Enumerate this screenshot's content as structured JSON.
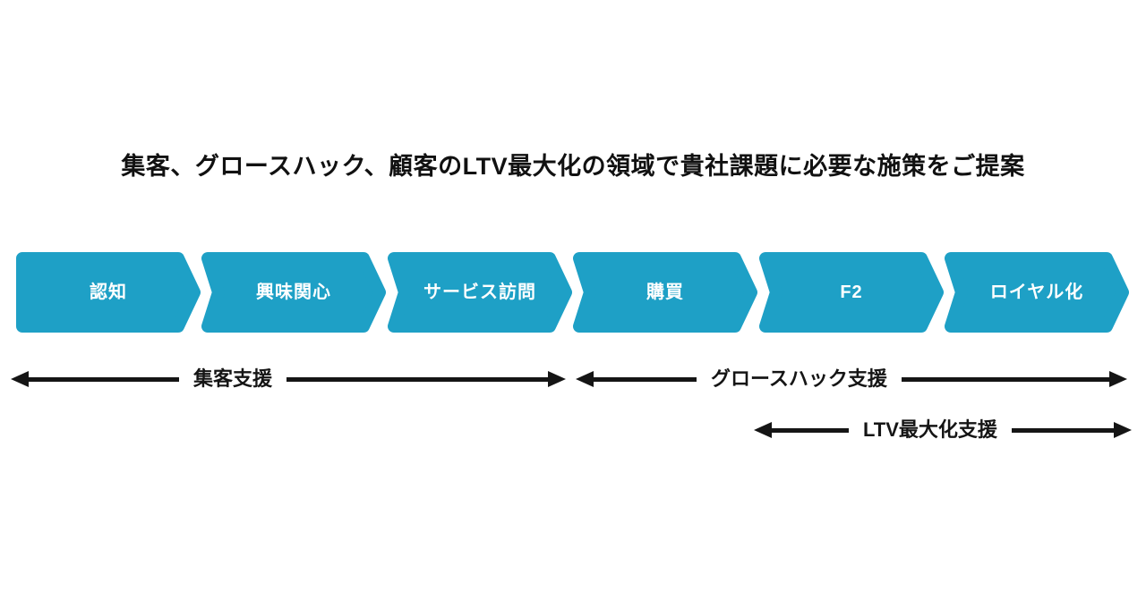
{
  "title": "集客、グロースハック、顧客のLTV最大化の領域で貴社課題に必要な施策をご提案",
  "funnel": {
    "stages": [
      {
        "label": "認知"
      },
      {
        "label": "興味関心"
      },
      {
        "label": "サービス訪問"
      },
      {
        "label": "購買"
      },
      {
        "label": "F2"
      },
      {
        "label": "ロイヤル化"
      }
    ]
  },
  "support_arrows": [
    {
      "label": "集客支援"
    },
    {
      "label": "グロースハック支援"
    },
    {
      "label": "LTV最大化支援"
    }
  ],
  "colors": {
    "stage_fill": "#1EA0C6",
    "stage_text": "#FFFFFF",
    "arrow_ink": "#151515",
    "title_text": "#111111",
    "background": "#FFFFFF"
  }
}
